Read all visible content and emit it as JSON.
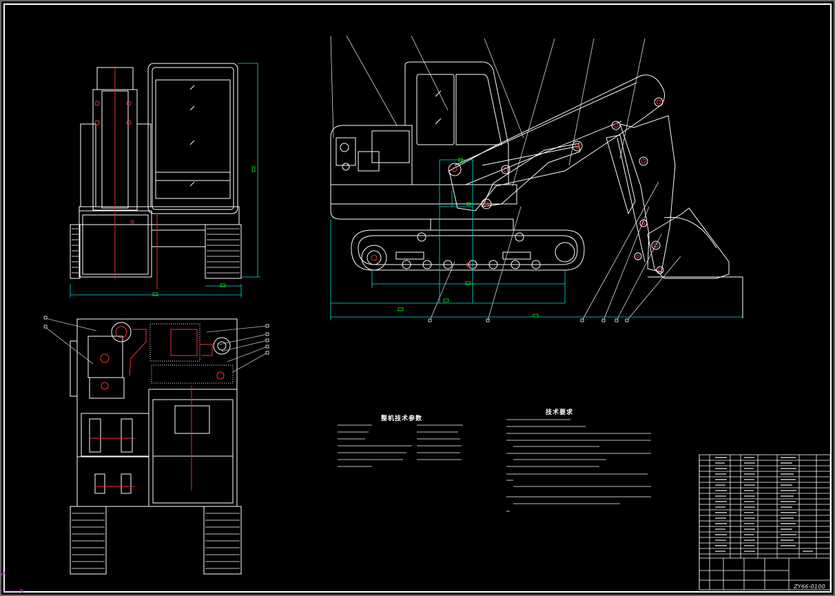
{
  "drawing": {
    "number": "ZY66-0100",
    "background": "#000000",
    "line_color": "#ffffff",
    "axis_color": "#ff2020",
    "dimension_color": "#00e0e0",
    "dim_value_color": "#00ff00"
  },
  "notes": {
    "params_title": "整机技术参数",
    "tech_title": "技术要求"
  }
}
